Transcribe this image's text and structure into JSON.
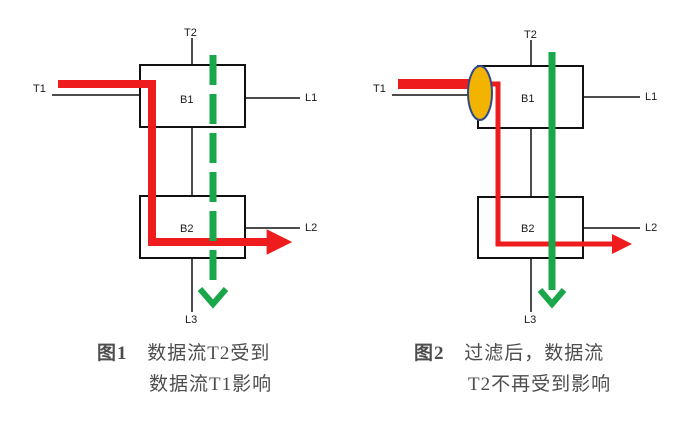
{
  "figure1": {
    "labels": {
      "t1": "T1",
      "t2": "T2",
      "l1": "L1",
      "l2": "L2",
      "l3": "L3",
      "b1": "B1",
      "b2": "B2"
    },
    "caption": {
      "number": "图1",
      "line1": "数据流T2受到",
      "line2": "数据流T1影响"
    }
  },
  "figure2": {
    "labels": {
      "t1": "T1",
      "t2": "T2",
      "l1": "L1",
      "l2": "L2",
      "l3": "L3",
      "b1": "B1",
      "b2": "B2"
    },
    "caption": {
      "number": "图2",
      "line1": "过滤后，数据流",
      "line2": "T2不再受到影响"
    }
  },
  "colors": {
    "flow_t1": "#ee1c1c",
    "flow_t2": "#1aa64a",
    "filter": "#f2b400",
    "filter_outline": "#2f4a8a",
    "box_outline": "#111111",
    "caption_text": "#4d4d4d"
  }
}
